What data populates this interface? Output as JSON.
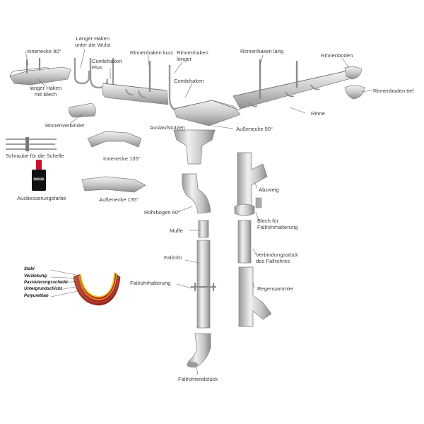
{
  "labels": {
    "innenecke_90": "Innenecke 90°",
    "langer_haken_wulst_1": "Langer Haken",
    "langer_haken_wulst_2": "unter die Wulst",
    "combihaken_plus_1": "Combihaken",
    "combihaken_plus_2": "Plus",
    "rinnenhaken_kurz": "Rinnenhaken kurz",
    "rinnenhaken_longer_1": "Rinnenhaken",
    "rinnenhaken_longer_2": "longer",
    "rinnenhaken_lang": "Rinnenhaken lang",
    "rinnenboden": "Rinnenboden",
    "langer_haken_blech_1": "langer Haken",
    "langer_haken_blech_2": "mit Blech",
    "combihaken": "Combihaken",
    "rinnenboden_tief": "Rinnenboden tief",
    "rinne": "Rinne",
    "rinnenverbinder": "Rinnenverbinder",
    "auslaufstutzen": "Auslaufstutzen",
    "aussenecke_90": "Außenecke 90°",
    "schraube_schelle": "Schraube für die Schelle",
    "innenecke_135": "Innenecke 135°",
    "abzweig": "Abzweig",
    "ausbesserungsfarbe": "Ausbesserungsfarbe",
    "aussenecke_135": "Außenecke 135°",
    "rohrbogen_60": "Rohrbogen 60°",
    "blech_fallrohrhalterung_1": "Blech für",
    "blech_fallrohrhalterung_2": "Fallrohrhalterung",
    "muffe": "Muffe",
    "fallrohr": "Fallrohr",
    "verbindungsstueck_1": "Verbindungsstück",
    "verbindungsstueck_2": "des Fallrohres",
    "fallrohrhalterung": "Fallrohrhalterung",
    "regensammler": "Regensammler",
    "fallrohrendstueck": "Fallrohrendstück",
    "bottle_text": "NIAGARA"
  },
  "layers": [
    "Stahl",
    "Verzinkung",
    "Passivierungsschicht",
    "Untergrundschicht",
    "Polyurethan"
  ],
  "colors": {
    "metal_light": "#e4e4e4",
    "metal_mid": "#bdbdbd",
    "metal_dark": "#8a8a8a",
    "leader": "#555555",
    "text": "#3f3f3f",
    "bottle_body": "#111111",
    "bottle_cap": "#c8102e",
    "layer_steel": "#7a6a6a",
    "layer_zinc": "#e8a020",
    "layer_passiv": "#f0d040",
    "layer_primer": "#d04020",
    "layer_pu": "#b01818"
  }
}
